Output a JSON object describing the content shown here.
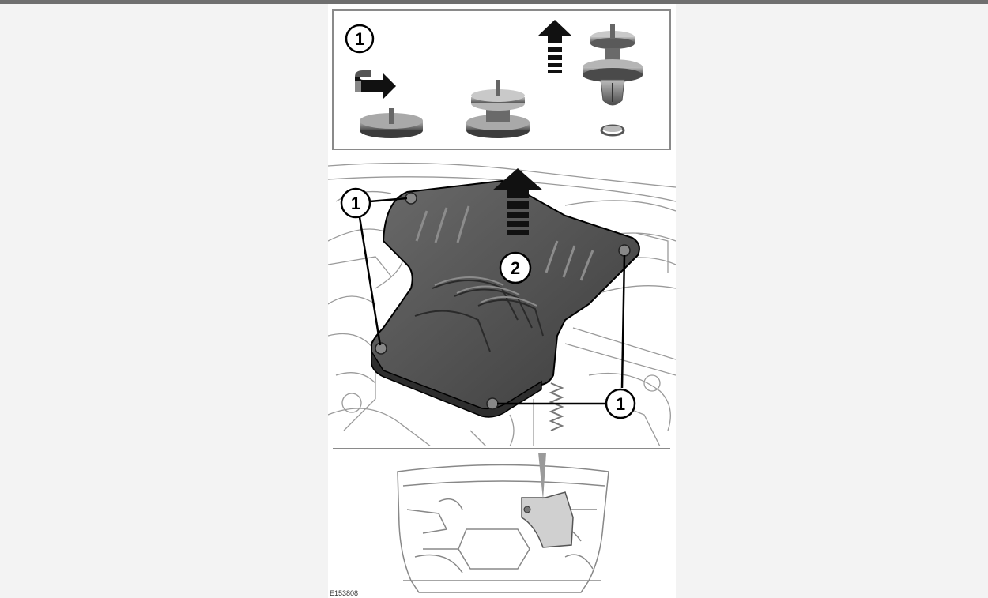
{
  "figure": {
    "id": "E153808",
    "callouts": {
      "clip_panel": "1",
      "fastener_a": "1",
      "fastener_b": "1",
      "lift_direction": "2"
    },
    "colors": {
      "shield": "#555555",
      "shield_highlight": "#7a7a7a",
      "line": "#000000",
      "engine_lines": "#9a9a9a",
      "arrow": "#111111"
    },
    "icons": [
      "push-clip-icon",
      "rotate-arrow-icon",
      "upward-arrow-icon"
    ]
  }
}
